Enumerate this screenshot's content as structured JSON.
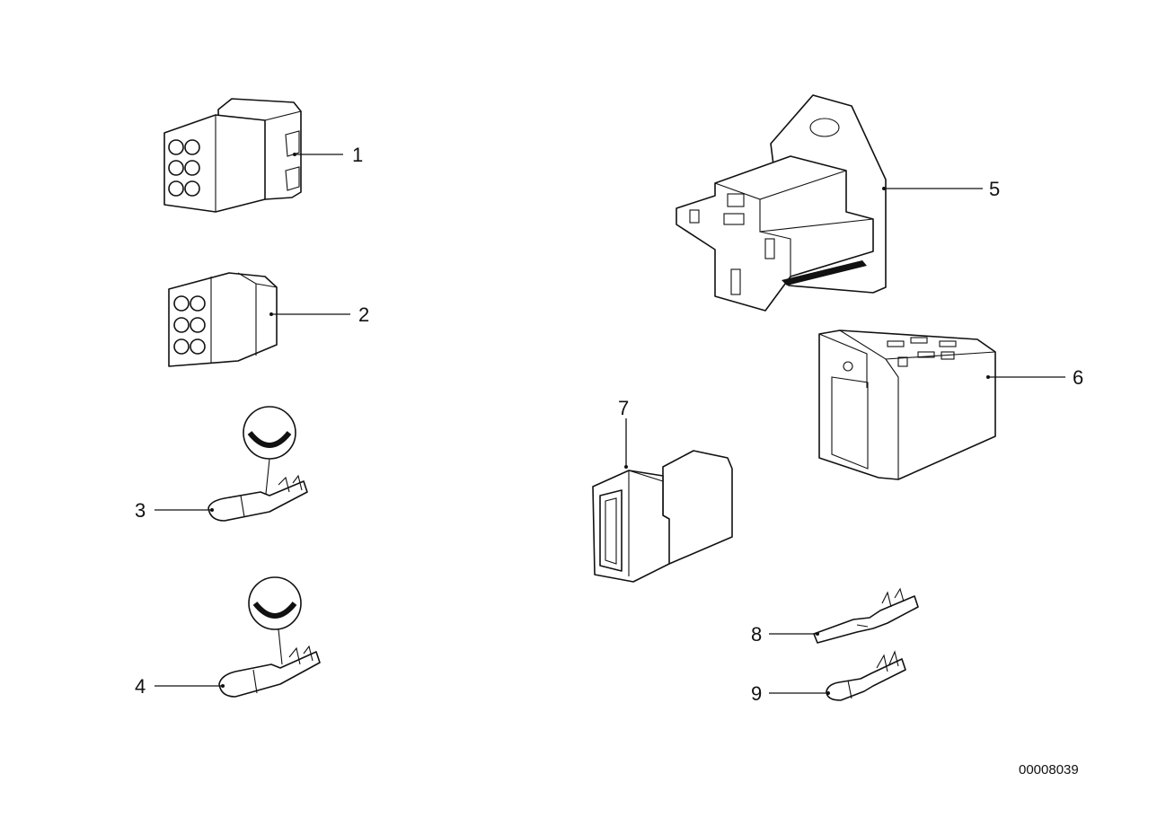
{
  "diagram": {
    "callouts": [
      {
        "id": "1",
        "label": "1",
        "part": "6-pin connector housing with latch"
      },
      {
        "id": "2",
        "label": "2",
        "part": "6-pin connector housing"
      },
      {
        "id": "3",
        "label": "3",
        "part": "round pin terminal"
      },
      {
        "id": "4",
        "label": "4",
        "part": "round pin terminal"
      },
      {
        "id": "5",
        "label": "5",
        "part": "relay socket with mounting bracket"
      },
      {
        "id": "6",
        "label": "6",
        "part": "relay socket housing"
      },
      {
        "id": "7",
        "label": "7",
        "part": "flat connector housing"
      },
      {
        "id": "8",
        "label": "8",
        "part": "flat blade terminal"
      },
      {
        "id": "9",
        "label": "9",
        "part": "pin terminal"
      }
    ],
    "diagram_code": "00008039"
  }
}
